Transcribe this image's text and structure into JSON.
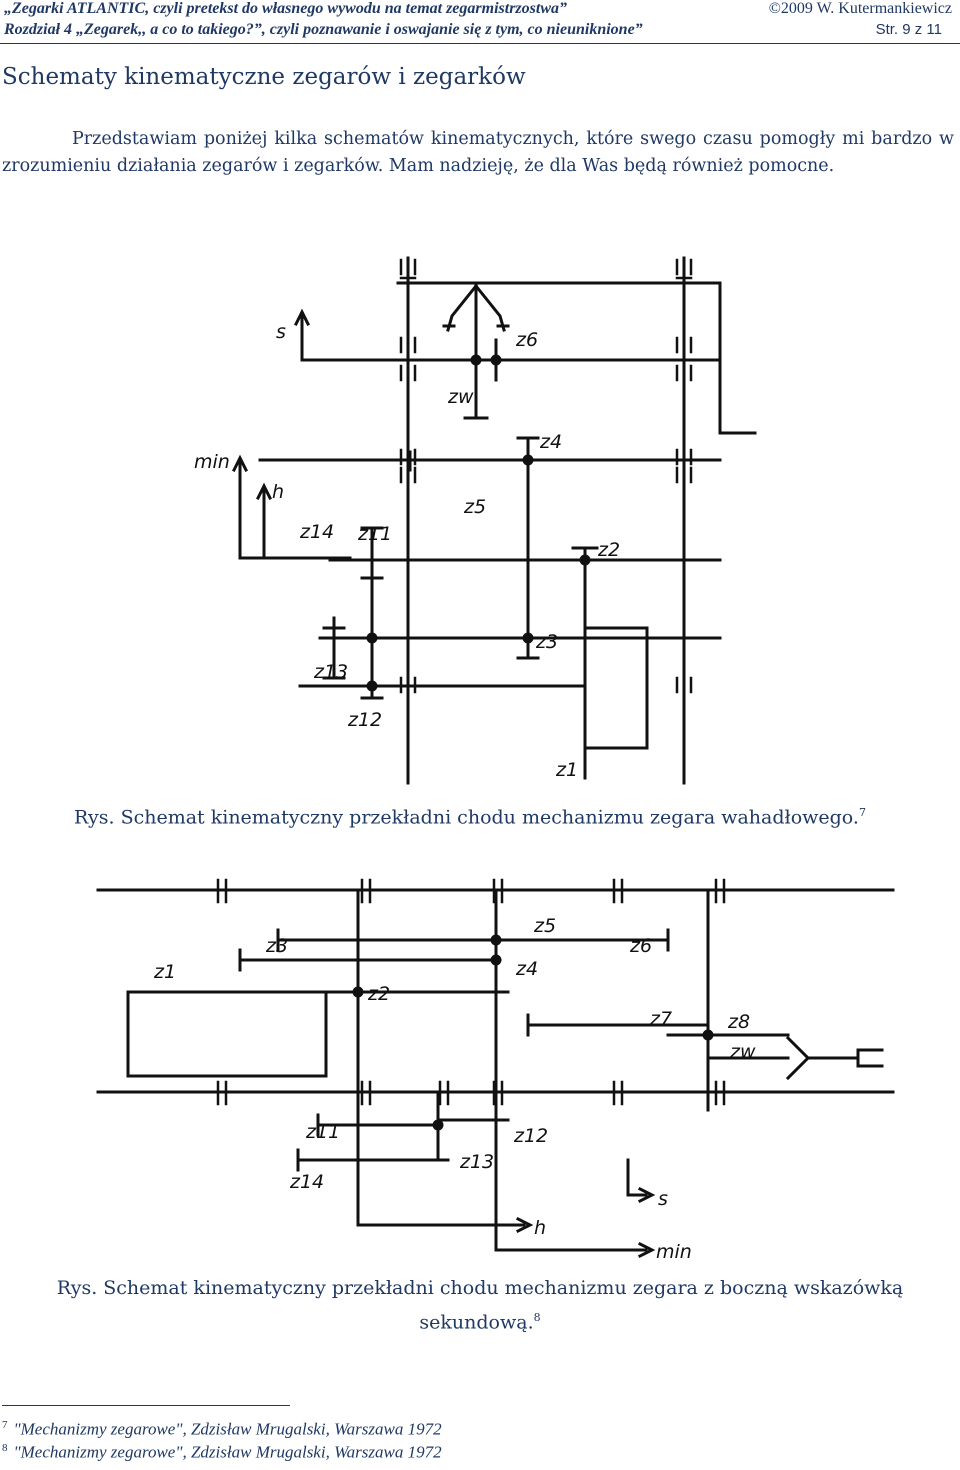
{
  "header": {
    "book_title": "„Zegarki ATLANTIC, czyli pretekst do własnego wywodu na temat zegarmistrzostwa”",
    "copyright": "©2009 W. Kutermankiewicz",
    "chapter": "Rozdział 4 „Zegarek,, a co to takiego?”, czyli poznawanie i oswajanie się z tym, co nieuniknione”",
    "page": "Str. 9 z 11"
  },
  "section_title": "Schematy kinematyczne zegarów i zegarków",
  "intro_paragraph": "Przedstawiam poniżej kilka schematów kinematycznych, które swego czasu pomogły mi bardzo w zrozumieniu działania zegarów i zegarków. Mam nadzieję, że dla Was będą również pomocne.",
  "figure1": {
    "labels": {
      "s": "s",
      "min": "min",
      "h": "h",
      "z1": "z1",
      "z2": "z2",
      "z3": "z3",
      "z4": "z4",
      "z5": "z5",
      "z6": "z6",
      "zw": "zw",
      "z11": "z11",
      "z12": "z12",
      "z13": "z13",
      "z14": "z14"
    },
    "caption": "Rys. Schemat kinematyczny przekładni chodu mechanizmu zegara wahadłowego.",
    "footnote_ref": "7"
  },
  "figure2": {
    "labels": {
      "s": "s",
      "min": "min",
      "h": "h",
      "z1": "z1",
      "z2": "z2",
      "z3": "z3",
      "z4": "z4",
      "z5": "z5",
      "z6": "z6",
      "z7": "z7",
      "z8": "z8",
      "zw": "zw",
      "z11": "z11",
      "z12": "z12",
      "z13": "z13",
      "z14": "z14"
    },
    "caption": "Rys. Schemat kinematyczny przekładni chodu mechanizmu zegara z boczną wskazówką sekundową.",
    "footnote_ref": "8"
  },
  "footnotes": [
    {
      "num": "7",
      "text": "\"Mechanizmy zegarowe\", Zdzisław Mrugalski, Warszawa 1972"
    },
    {
      "num": "8",
      "text": "\"Mechanizmy zegarowe\", Zdzisław Mrugalski, Warszawa 1972"
    }
  ]
}
